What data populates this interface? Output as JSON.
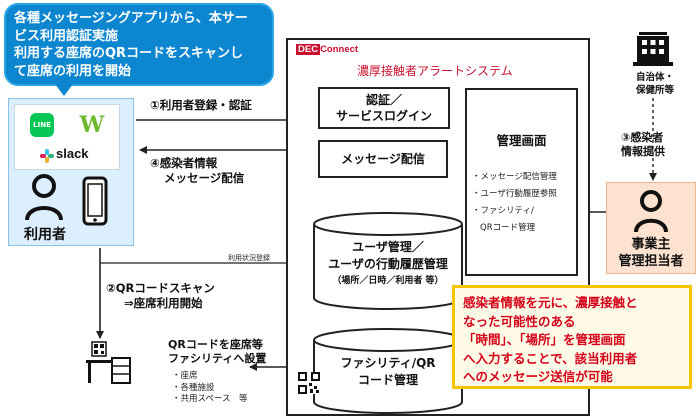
{
  "callout": {
    "lines": [
      "各種メッセージングアプリから、本サー",
      "ビス利用認証実施",
      "利用する座席のQRコードをスキャンし",
      "て座席の利用を開始"
    ]
  },
  "user_panel": {
    "apps": {
      "line": "LINE",
      "w": "W",
      "slack": "slack"
    },
    "user_label": "利用者"
  },
  "system": {
    "logo_dec": "DEC",
    "logo_rest": "Connect",
    "title": "濃厚接触者アラートシステム",
    "auth_box": [
      "認証／",
      "サービスログイン"
    ],
    "message_box": "メッセージ配信",
    "management": {
      "title": "管理画面",
      "items": [
        "・メッセージ配信管理",
        "・ユーザ行動履歴参照",
        "・ファシリティ/",
        "QRコード管理"
      ]
    },
    "user_db": [
      "ユーザ管理／",
      "ユーザの行動履歴管理"
    ],
    "user_db_sub": "（場所／日時／利用者 等）",
    "facility_db": [
      "ファシリティ/QR",
      "コード管理"
    ]
  },
  "arrows": {
    "register": "①利用者登録・認証",
    "deliver": [
      "④感染者情報",
      "メッセージ配信"
    ],
    "usage_log": "利用状況登録",
    "scan": [
      "②QRコードスキャン",
      "⇒座席利用開始"
    ],
    "provide": [
      "③感染者",
      "情報提供"
    ]
  },
  "facility_setup": {
    "title": [
      "QRコードを座席等",
      "ファシリティへ設置"
    ],
    "places": [
      "・座席",
      "・各種施設",
      "・共用スペース　等"
    ]
  },
  "right": {
    "gov_label": [
      "自治体・",
      "保健所等"
    ],
    "biz_label": [
      "事業主",
      "管理担当者"
    ]
  },
  "note": {
    "lines": [
      "感染者情報を元に、濃厚接触と",
      "なった可能性のある",
      "「時間」、「場所」を管理画面",
      "へ入力することで、該当利用者",
      "へのメッセージ送信が可能"
    ]
  },
  "colors": {
    "accent_blue": "#0d86d0",
    "accent_red": "#c8102e",
    "note_border": "#f5c400",
    "user_panel": "#dcefff",
    "biz_panel": "#fde3cf"
  }
}
